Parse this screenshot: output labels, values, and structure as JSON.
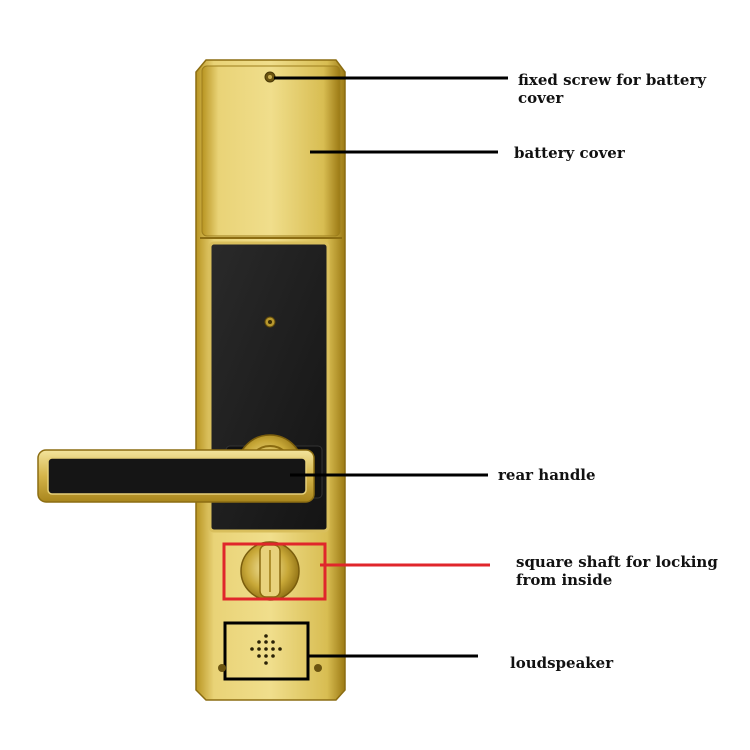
{
  "callouts": {
    "screw_line1": "fixed screw for battery",
    "screw_line2": "cover",
    "battery_cover": "battery cover",
    "rear_handle": "rear handle",
    "shaft_line1": "square shaft for locking",
    "shaft_line2": "from inside",
    "loudspeaker": "loudspeaker"
  },
  "colors": {
    "gold": "#c9ac3a",
    "panel": "#1c1c1c",
    "leader": "#000000",
    "highlight": "#e0262b"
  }
}
